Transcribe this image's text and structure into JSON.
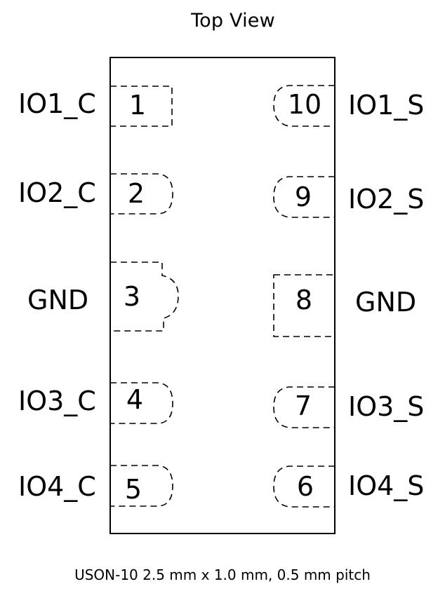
{
  "diagram": {
    "title": "Top View",
    "caption": "USON-10 2.5 mm x 1.0 mm, 0.5 mm pitch",
    "package": "USON-10",
    "colors": {
      "line": "#000000",
      "background": "#ffffff"
    },
    "pins": [
      {
        "number": "1",
        "name": "IO1_C",
        "side": "left"
      },
      {
        "number": "2",
        "name": "IO2_C",
        "side": "left"
      },
      {
        "number": "3",
        "name": "GND",
        "side": "left"
      },
      {
        "number": "4",
        "name": "IO3_C",
        "side": "left"
      },
      {
        "number": "5",
        "name": "IO4_C",
        "side": "left"
      },
      {
        "number": "6",
        "name": "IO4_S",
        "side": "right"
      },
      {
        "number": "7",
        "name": "IO3_S",
        "side": "right"
      },
      {
        "number": "8",
        "name": "GND",
        "side": "right"
      },
      {
        "number": "9",
        "name": "IO2_S",
        "side": "right"
      },
      {
        "number": "10",
        "name": "IO1_S",
        "side": "right"
      }
    ]
  }
}
